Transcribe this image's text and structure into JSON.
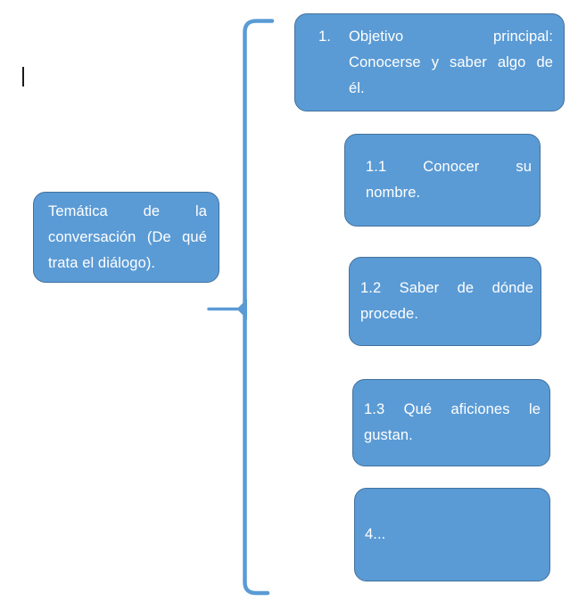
{
  "colors": {
    "box_fill": "#5B9BD5",
    "box_border": "#41719C",
    "box_text": "#FFFFFF",
    "brace": "#5B9BD5"
  },
  "diagram": {
    "left_node": {
      "text": "Temática de la conversación (De qué trata el diálogo).",
      "lines": [
        "Temática de la",
        "conversación (De qué",
        "trata el diálogo)."
      ]
    },
    "right_nodes": [
      {
        "marker": "1.",
        "text": "1. Objetivo principal: Conocerse y saber algo de él.",
        "lines": [
          "Objetivo principal:",
          "Conocerse y saber algo de",
          "él."
        ]
      },
      {
        "text": "1.1 Conocer su nombre.",
        "lines": [
          "1.1 Conocer su",
          "nombre."
        ]
      },
      {
        "text": "1.2 Saber de dónde procede.",
        "lines": [
          "1.2 Saber de dónde",
          "procede."
        ]
      },
      {
        "text": "1.3 Qué aficiones le gustan.",
        "lines": [
          "1.3 Qué aficiones le",
          "gustan."
        ]
      },
      {
        "text": "4...",
        "lines": [
          "4..."
        ]
      }
    ]
  }
}
